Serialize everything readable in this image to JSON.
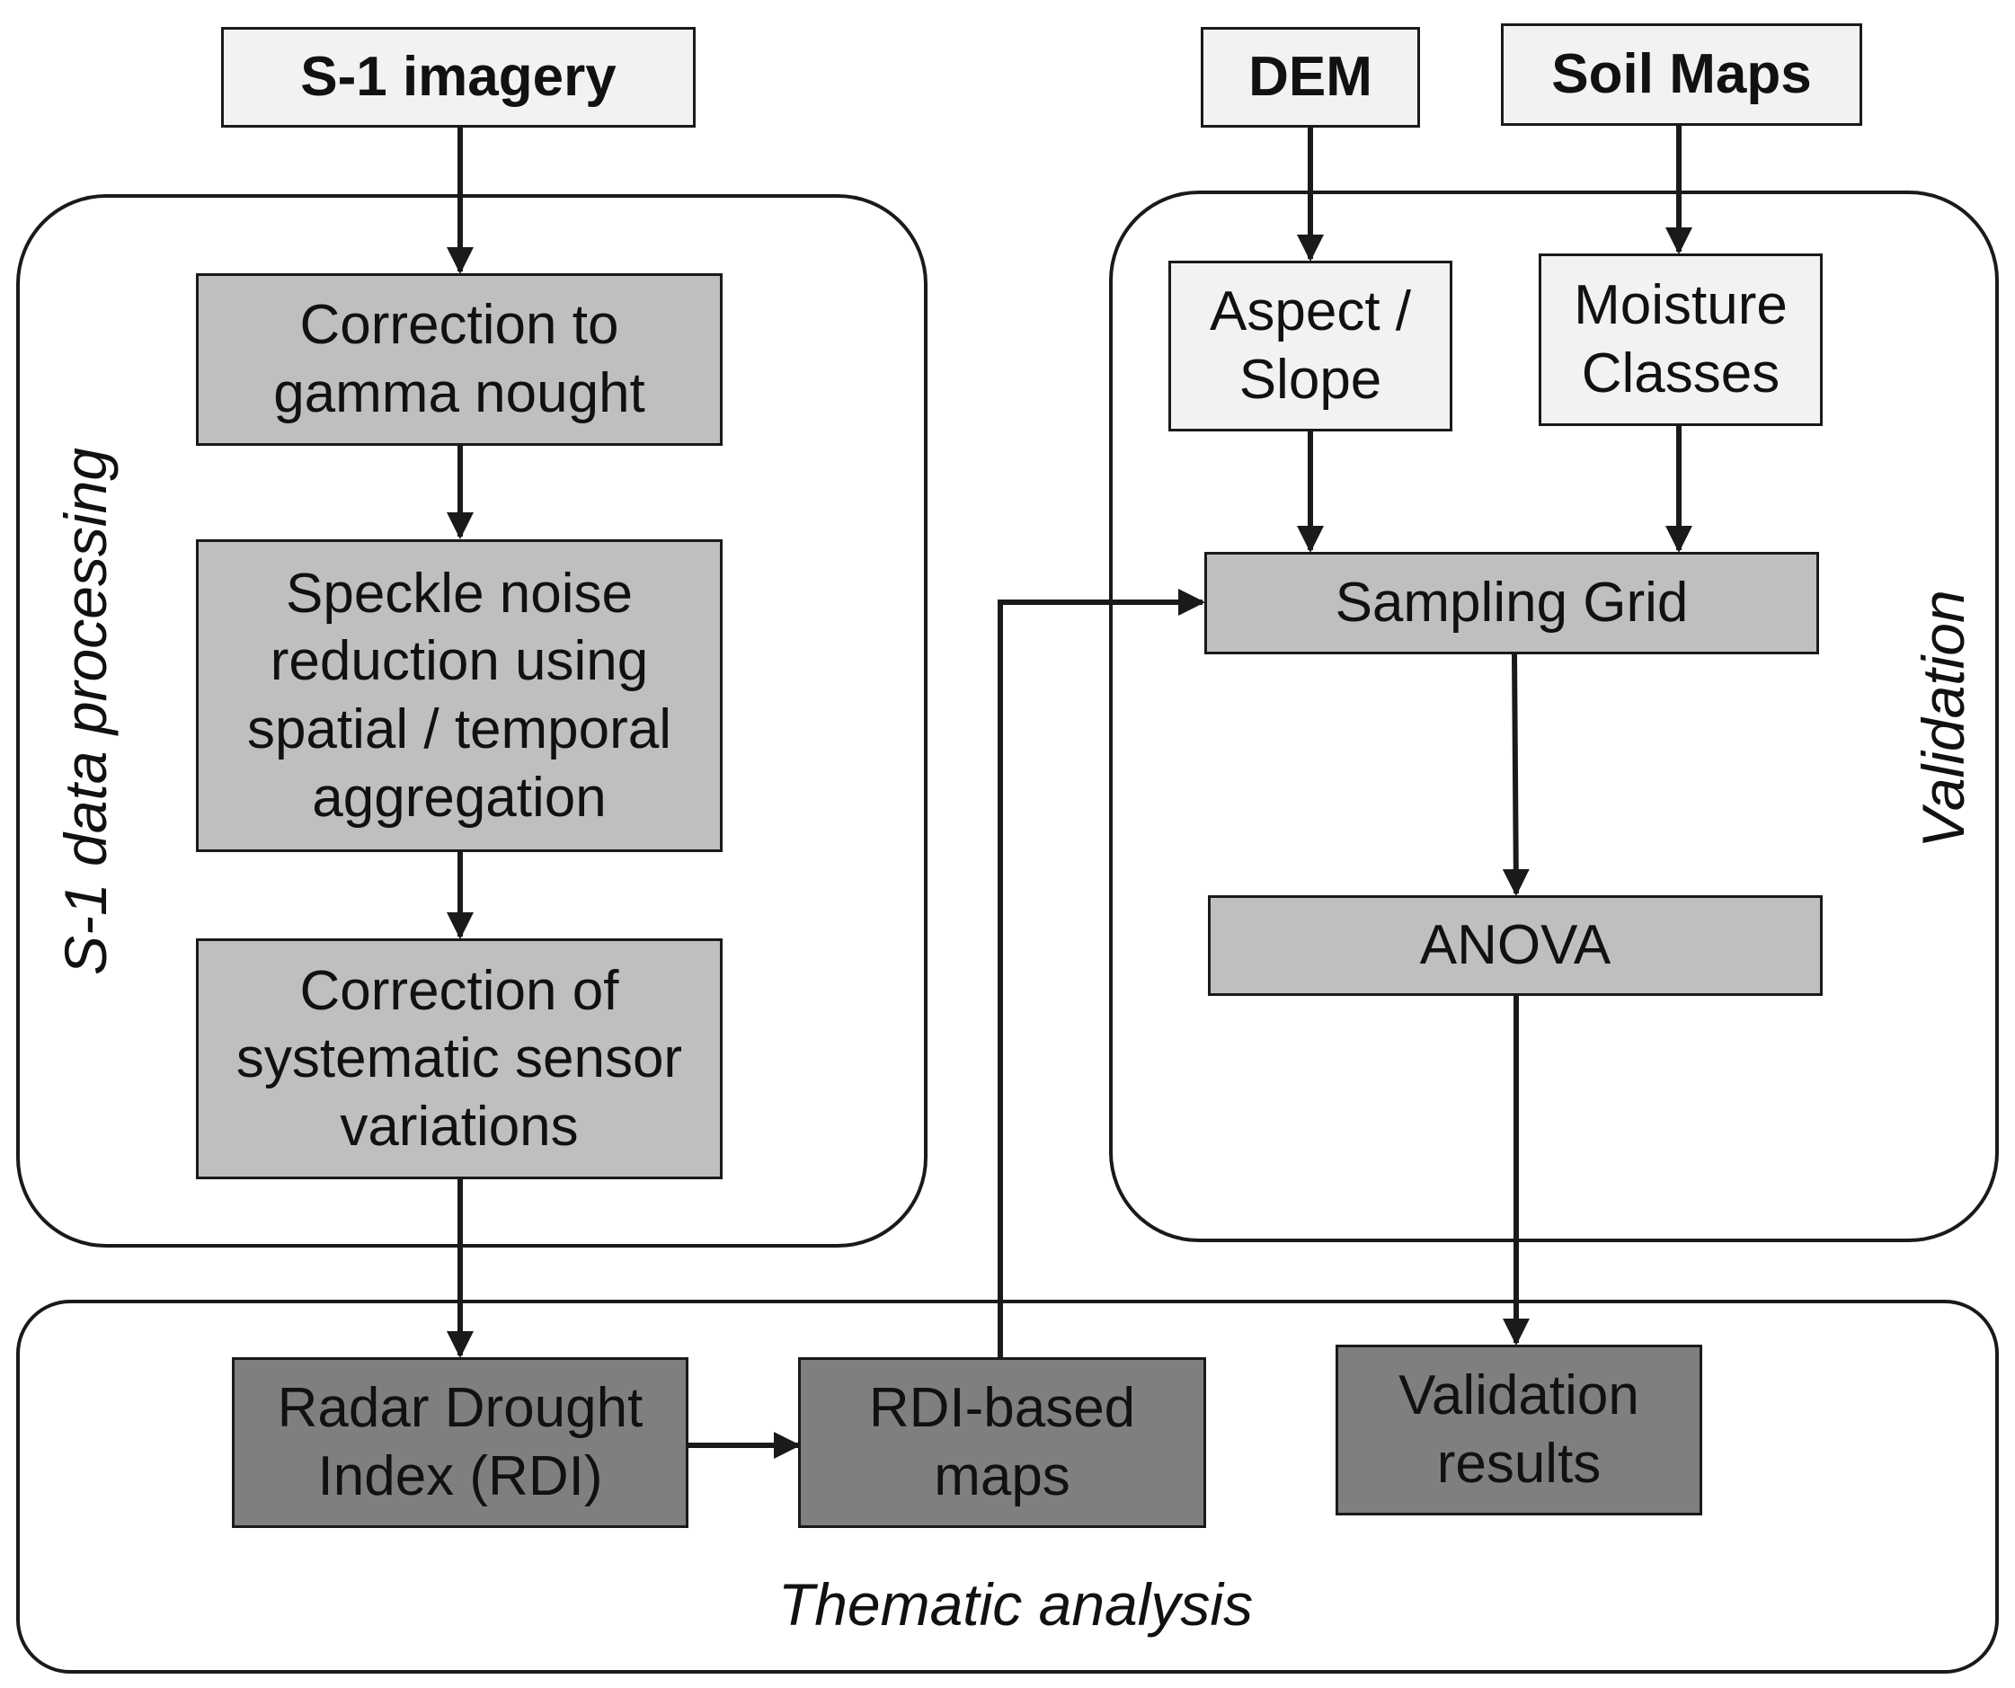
{
  "inputs": {
    "s1": "S-1 imagery",
    "dem": "DEM",
    "soil": "Soil Maps"
  },
  "processing": {
    "label": "S-1 data processing",
    "step1": "Correction to\ngamma nought",
    "step2": "Speckle noise\nreduction using\nspatial / temporal\naggregation",
    "step3": "Correction of\nsystematic sensor\nvariations"
  },
  "validation": {
    "label": "Validation",
    "aspect": "Aspect /\nSlope",
    "moisture": "Moisture\nClasses",
    "grid": "Sampling Grid",
    "anova": "ANOVA"
  },
  "thematic": {
    "label": "Thematic analysis",
    "rdi": "Radar Drought\nIndex (RDI)",
    "maps": "RDI-based\nmaps",
    "results": "Validation\nresults"
  },
  "colors": {
    "input_fill": "#f2f2f2",
    "process_fill": "#bfbfbf",
    "output_fill": "#7f7f7f",
    "line": "#1a1a1a"
  }
}
